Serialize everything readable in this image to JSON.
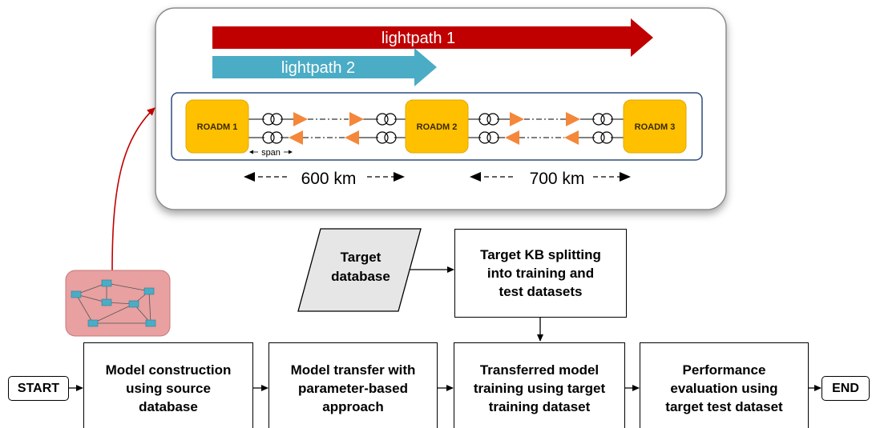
{
  "lightpaths": [
    {
      "label": "lightpath 1",
      "color": "#c00000"
    },
    {
      "label": "lightpath 2",
      "color": "#4bacc6"
    }
  ],
  "roadms": [
    "ROADM 1",
    "ROADM 2",
    "ROADM 3"
  ],
  "span_label": "span",
  "distances": [
    "600 km",
    "700 km"
  ],
  "colors": {
    "roadm_fill": "#ffc000",
    "amplifier": "#f4873a",
    "card_border": "#7f7f7f",
    "link_box_border": "#1f3864",
    "network_icon_bg": "#e8a0a0",
    "network_node": "#4bacc6",
    "red_curve": "#c00000",
    "database_fill": "#e7e6e6"
  },
  "network_icon": "network-topology-icon",
  "target_database": {
    "line1": "Target",
    "line2": "database"
  },
  "target_split": {
    "line1": "Target KB splitting",
    "line2": "into training and",
    "line3": "test datasets"
  },
  "start_label": "START",
  "end_label": "END",
  "steps": [
    {
      "line1": "Model construction",
      "line2": "using source",
      "line3": "database"
    },
    {
      "line1": "Model transfer with",
      "line2": "parameter-based",
      "line3": "approach"
    },
    {
      "line1": "Transferred model",
      "line2": "training using target",
      "line3": "training dataset"
    },
    {
      "line1": "Performance",
      "line2": "evaluation using",
      "line3": "target test dataset"
    }
  ]
}
